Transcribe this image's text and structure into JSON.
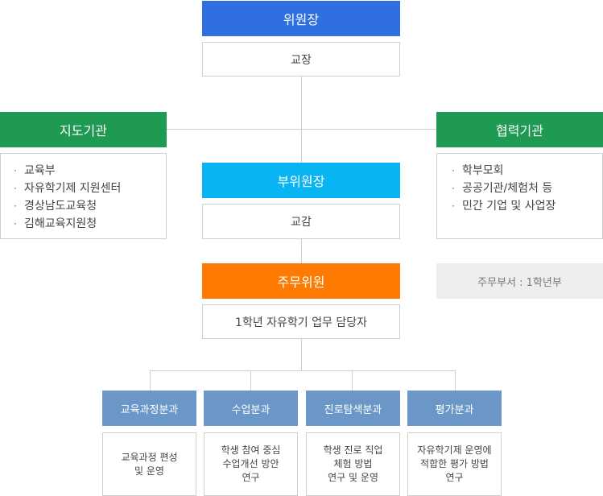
{
  "chairman": {
    "title": "위원장",
    "member": "교장"
  },
  "guidance": {
    "title": "지도기관",
    "items": [
      "교육부",
      "자유학기제 지원센터",
      "경상남도교육청",
      "김해교육지원청"
    ]
  },
  "partners": {
    "title": "협력기관",
    "items": [
      "학부모회",
      "공공기관/체험처 등",
      "민간 기업 및 사업장"
    ]
  },
  "vice_chairman": {
    "title": "부위원장",
    "member": "교감"
  },
  "main_member": {
    "title": "주무위원",
    "member": "1학년 자유학기 업무 담당자",
    "dept_note": "주무부서 : 1학년부"
  },
  "subcommittees": [
    {
      "title": "교육과정분과",
      "desc": "교육과정 편성\n및 운영"
    },
    {
      "title": "수업분과",
      "desc": "학생 참여 중심\n수업개선 방안\n연구"
    },
    {
      "title": "진로탐색분과",
      "desc": "학생 진로 직업\n체험 방법\n연구 및 운영"
    },
    {
      "title": "평가분과",
      "desc": "자유학기제 운영에\n적합한 평가 방법\n연구"
    }
  ],
  "colors": {
    "chairman": "#2f6fe0",
    "guidance": "#1f9a52",
    "partners": "#1f9a52",
    "vice": "#08b4f2",
    "main": "#ff7a00",
    "sub": "#6b96c8"
  }
}
